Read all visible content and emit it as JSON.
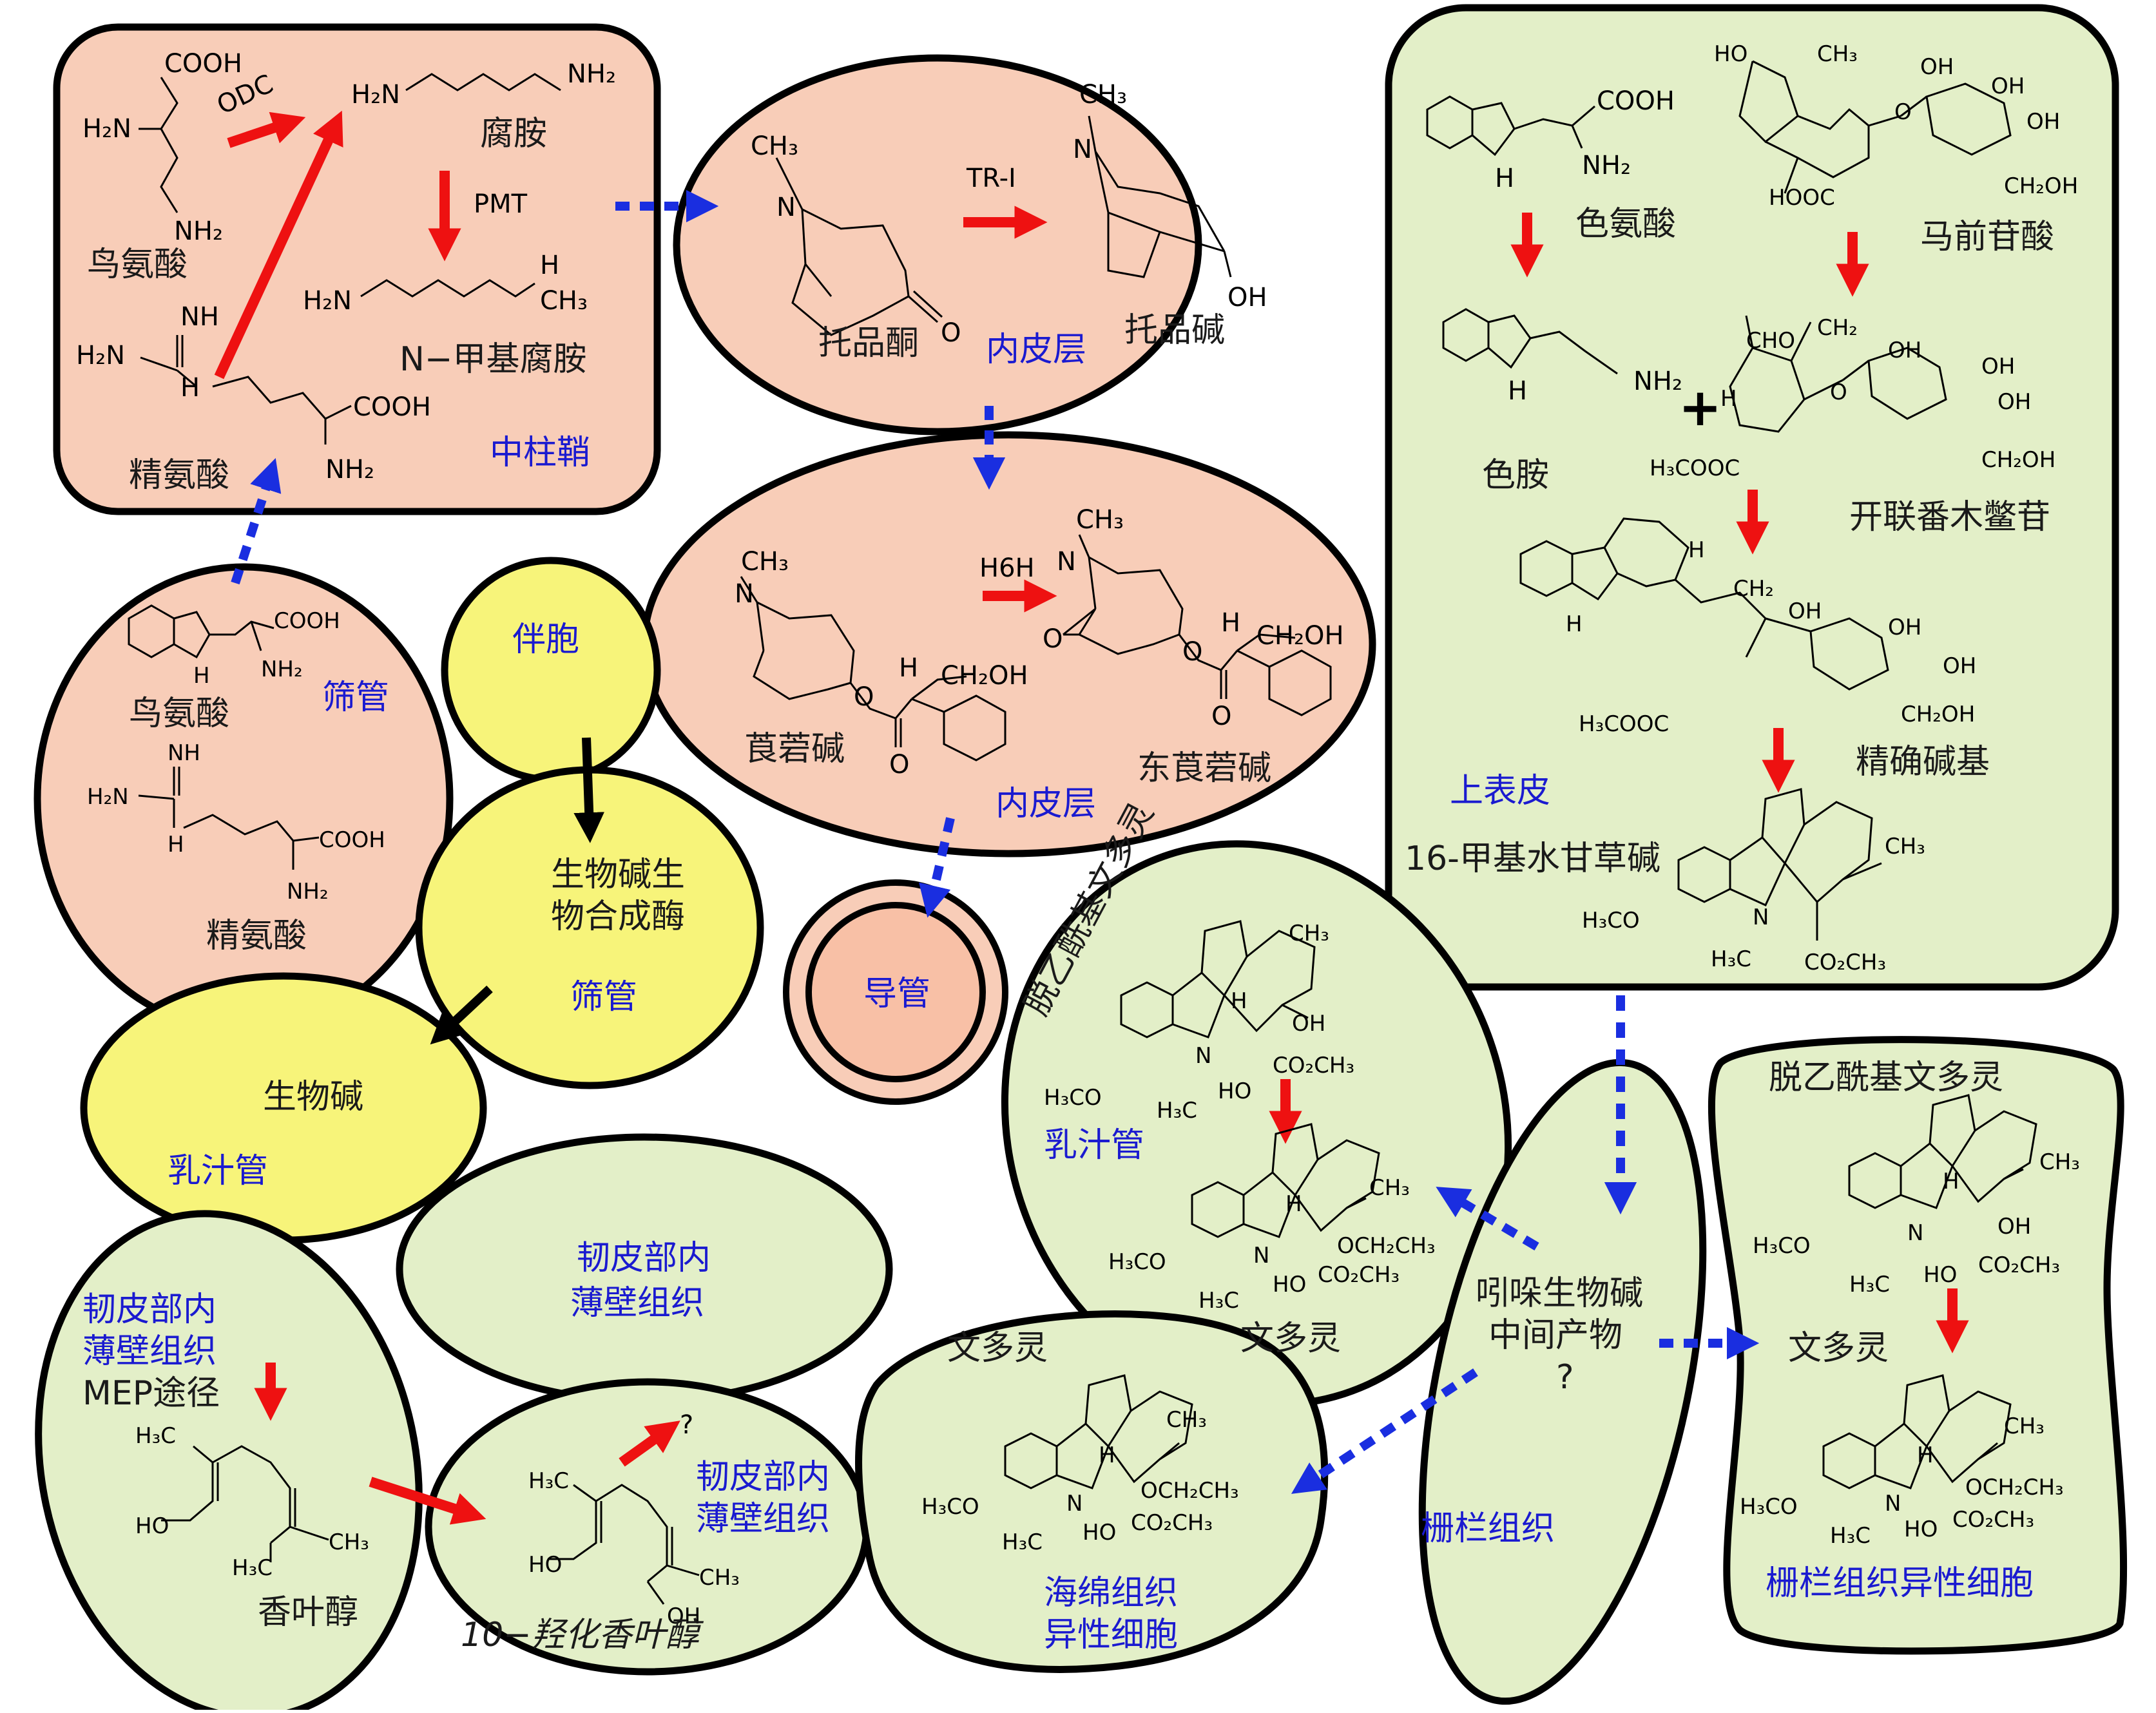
{
  "colors": {
    "peach": "#f8cdb8",
    "green": "#e3efc8",
    "yellow": "#f7f47a",
    "red_arrow": "#ee1111",
    "blue_dash": "#1a2ee0",
    "label_blue": "#1a1ad0"
  },
  "pericycle": {
    "compounds": {
      "ornithine": "鸟氨酸",
      "putrescine": "腐胺",
      "methylputrescine": "N−甲基腐胺",
      "arginine": "精氨酸"
    },
    "enzymes": {
      "odc": "ODC",
      "pmt": "PMT"
    },
    "groups": {
      "cooh": "COOH",
      "h2n": "H₂N",
      "nh2": "NH₂",
      "nh": "NH",
      "h": "H",
      "ch3": "CH₃"
    },
    "tissue": "中柱鞘"
  },
  "tropine_cell": {
    "compounds": {
      "tropinone": "托品酮",
      "tropine": "托品碱"
    },
    "enzyme": "TR-I",
    "groups": {
      "n": "N",
      "ch3": "CH₃",
      "o": "O",
      "oh": "OH"
    },
    "tissue": "内皮层"
  },
  "hyoscyamine_cell": {
    "compounds": {
      "hyoscyamine": "莨菪碱",
      "scopolamine": "东莨菪碱"
    },
    "enzyme": "H6H",
    "groups": {
      "ch2oh": "CH₂OH",
      "h": "H",
      "o": "O",
      "n": "N",
      "ch3": "CH₃"
    },
    "tissue": "内皮层"
  },
  "sieve_tube_peach": {
    "compounds": {
      "ornithine": "鸟氨酸",
      "arginine": "精氨酸"
    },
    "groups": {
      "cooh": "COOH",
      "nh2": "NH₂",
      "h2n": "H₂N",
      "nh": "NH",
      "h": "H"
    },
    "tissue": "筛管"
  },
  "companion_cell": {
    "label": "伴胞"
  },
  "sieve_tube_yellow": {
    "label": "生物碱生物合成酶",
    "line1": "生物碱生",
    "line2": "物合成酶",
    "tissue": "筛管"
  },
  "laticifer_yellow": {
    "label": "生物碱",
    "tissue": "乳汁管"
  },
  "vessel": {
    "label": "导管"
  },
  "epidermis": {
    "compounds": {
      "tryptophan": "色氨酸",
      "loganic_acid": "马前苷酸",
      "tryptamine": "色胺",
      "secologanin": "开联番木鳖苷",
      "strictosidine": "精确碱基",
      "methyl_tabersonine": "16-甲基水甘草碱"
    },
    "plus": "+",
    "groups": {
      "cooh": "COOH",
      "nh": "H",
      "nh2": "NH₂",
      "ho": "HO",
      "ch3": "CH₃",
      "oh": "OH",
      "hooc": "HOOC",
      "ch2oh": "CH₂OH",
      "cho": "CHO",
      "ch2": "CH₂",
      "h3cooc": "H₃COOC",
      "h3co": "H₃CO",
      "co2ch3": "CO₂CH₃",
      "o": "O",
      "h3c": "H₃C",
      "n": "N"
    },
    "tissue": "上表皮"
  },
  "laticifer_green": {
    "compounds": {
      "desacetylvindoline": "脱乙酰基文多灵",
      "vindoline": "文多灵"
    },
    "groups": {
      "ch3": "CH₃",
      "oh": "OH",
      "h3co": "H₃CO",
      "co2ch3": "CO₂CH₃",
      "ho": "HO",
      "h3c": "H₃C",
      "och2ch3": "OCH₂CH₃",
      "n": "N",
      "h": "H"
    },
    "tissue": "乳汁管"
  },
  "phloem_parenchyma_oval": {
    "line1": "韧皮部内",
    "line2": "薄壁组织"
  },
  "mep_cell": {
    "tissue_line1": "韧皮部内",
    "tissue_line2": "薄壁组织",
    "pathway": "MEP途径",
    "compound": "香叶醇",
    "groups": {
      "h3c": "H₃C",
      "ch3": "CH₃",
      "ho": "HO"
    }
  },
  "hydroxygeraniol_cell": {
    "compound": "10−羟化香叶醇",
    "unknown": "?",
    "tissue_line1": "韧皮部内",
    "tissue_line2": "薄壁组织",
    "groups": {
      "h3c": "H₃C",
      "ch3": "CH₃",
      "ho": "HO",
      "oh": "OH"
    }
  },
  "spongy_cell": {
    "compound": "文多灵",
    "tissue_line1": "海绵组织",
    "tissue_line2": "异性细胞",
    "groups": {
      "ch3": "CH₃",
      "h3co": "H₃CO",
      "och2ch3": "OCH₂CH₃",
      "co2ch3": "CO₂CH₃",
      "h3c": "H₃C",
      "ho": "HO",
      "n": "N",
      "h": "H"
    }
  },
  "palisade": {
    "line1": "吲哚生物碱",
    "line2": "中间产物",
    "unknown": "?",
    "tissue": "栅栏组织"
  },
  "palisade_idioblast": {
    "compounds": {
      "desacetylvindoline": "脱乙酰基文多灵",
      "vindoline": "文多灵"
    },
    "tissue": "栅栏组织异性细胞",
    "groups": {
      "ch3": "CH₃",
      "oh": "OH",
      "h3co": "H₃CO",
      "co2ch3": "CO₂CH₃",
      "ho": "HO",
      "h3c": "H₃C",
      "och2ch3": "OCH₂CH₃",
      "n": "N",
      "h": "H"
    }
  }
}
